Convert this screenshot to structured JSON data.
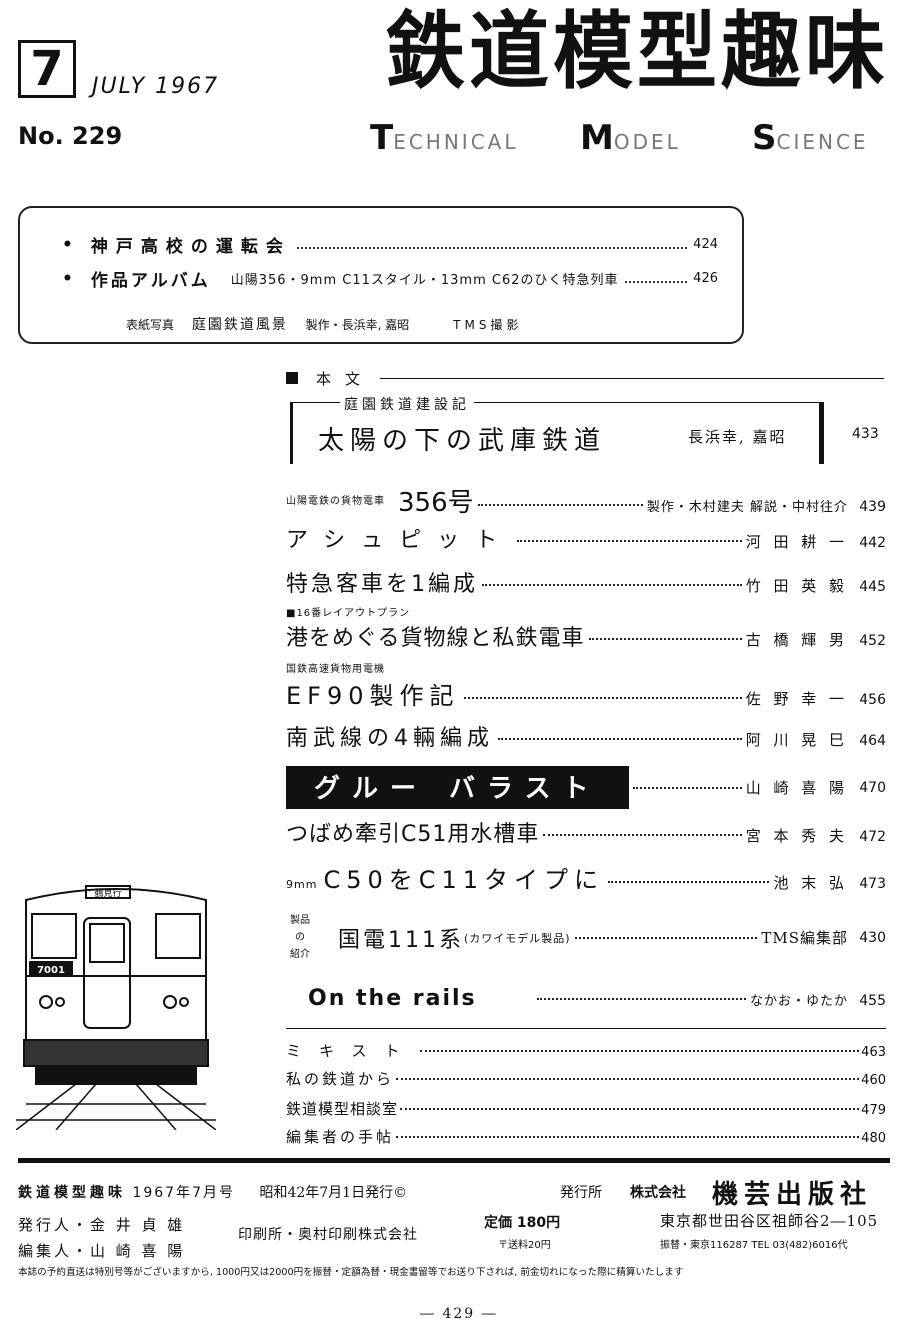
{
  "masthead": {
    "issue_month": "7",
    "issue_date": "JULY 1967",
    "issue_number": "No. 229",
    "title": "鉄道模型趣味",
    "english_title_1": "T",
    "english_title_1_rest": "ECHNICAL",
    "english_title_2": "M",
    "english_title_2_rest": "ODEL",
    "english_title_3": "S",
    "english_title_3_rest": "CIENCE"
  },
  "features": {
    "items": [
      {
        "bullet": "•",
        "label": "神戸高校の運転会",
        "desc": "",
        "page": "424"
      },
      {
        "bullet": "•",
        "label": "作品アルバム",
        "desc": "山陽356・9mm C11スタイル・13mm C62のひく特急列車",
        "page": "426"
      }
    ],
    "cover_label": "表紙写真",
    "cover_title": "庭園鉄道風景",
    "cover_maker": "製作・長浜幸, 嘉昭",
    "cover_photo": "TMS撮影"
  },
  "section": {
    "label": "本文"
  },
  "lead": {
    "kicker": "庭園鉄道建設記",
    "title": "太陽の下の武庫鉄道",
    "author": "長浜幸, 嘉昭",
    "page": "433"
  },
  "toc": [
    {
      "kicker": "山陽電鉄の貨物電車",
      "title": "356号",
      "author": "製作・木村建夫  解説・中村往介",
      "page": "439"
    },
    {
      "title": "アシュピット",
      "author": "河 田 耕 一",
      "page": "442"
    },
    {
      "title": "特急客車を1編成",
      "author": "竹 田 英 毅",
      "page": "445"
    },
    {
      "kicker": "■16番レイアウトプラン",
      "title": "港をめぐる貨物線と私鉄電車",
      "author": "古 橋 輝 男",
      "page": "452"
    },
    {
      "kicker": "国鉄高速貨物用電機",
      "title": "EF90製作記",
      "author": "佐 野 幸 一",
      "page": "456"
    },
    {
      "title": "南武線の4輛編成",
      "author": "阿 川 晃 巳",
      "page": "464"
    },
    {
      "title": "グルー バラスト",
      "author": "山 崎 喜 陽",
      "page": "470"
    },
    {
      "title": "つばめ牽引C51用水槽車",
      "author": "宮 本 秀 夫",
      "page": "472"
    },
    {
      "prefix": "9mm",
      "title": "C50をC11タイプに",
      "author": "池 末   弘",
      "page": "473"
    },
    {
      "kicker_stack": [
        "製品",
        "の",
        "紹介"
      ],
      "title": "国電111系",
      "sub": "(カワイモデル製品)",
      "author": "TMS編集部",
      "page": "430"
    },
    {
      "title": "On the rails",
      "author": "なかお・ゆたか",
      "page": "455"
    }
  ],
  "misc": [
    {
      "title": "ミキスト",
      "page": "463"
    },
    {
      "title": "私の鉄道から",
      "page": "460"
    },
    {
      "title": "鉄道模型相談室",
      "page": "479"
    },
    {
      "title": "編集者の手帖",
      "page": "480"
    }
  ],
  "colophon": {
    "magazine": "鉄道模型趣味",
    "issue": "1967年7月号",
    "date": "昭和42年7月1日発行©",
    "publisher_label": "発行所",
    "publisher_kk": "株式会社",
    "publisher_name": "機芸出版社",
    "issuer": "発行人・金 井 貞 雄",
    "editor": "編集人・山 崎 喜 陽",
    "printer": "印刷所・奥村印刷株式会社",
    "price": "定価 180円",
    "postage": "〒送料20円",
    "address": "東京都世田谷区祖師谷2―105",
    "contact": "振替・東京116287 TEL 03(482)6016代",
    "note": "本誌の予約直送は特別号等がございますから, 1000円又は2000円を振替・定額為替・現金書留等でお送り下されば, 前金切れになった際に精算いたします",
    "page_number": "― 429 ―"
  },
  "illustration": {
    "destination_sign": "鶴見行",
    "car_number": "7001"
  }
}
